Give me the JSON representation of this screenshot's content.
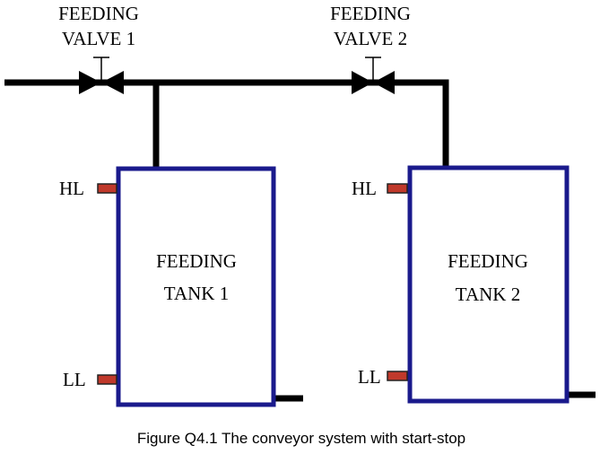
{
  "valves": [
    {
      "line1": "FEEDING",
      "line2": "VALVE 1"
    },
    {
      "line1": "FEEDING",
      "line2": "VALVE 2"
    }
  ],
  "tanks": [
    {
      "line1": "FEEDING",
      "line2": "TANK 1",
      "high_level": "HL",
      "low_level": "LL"
    },
    {
      "line1": "FEEDING",
      "line2": "TANK 2",
      "high_level": "HL",
      "low_level": "LL"
    }
  ],
  "caption": "Figure Q4.1 The conveyor system with start-stop",
  "colors": {
    "pipe": "#000000",
    "tank_border": "#1a1a8c",
    "sensor_fill": "#c0392b",
    "sensor_stroke": "#222222"
  }
}
